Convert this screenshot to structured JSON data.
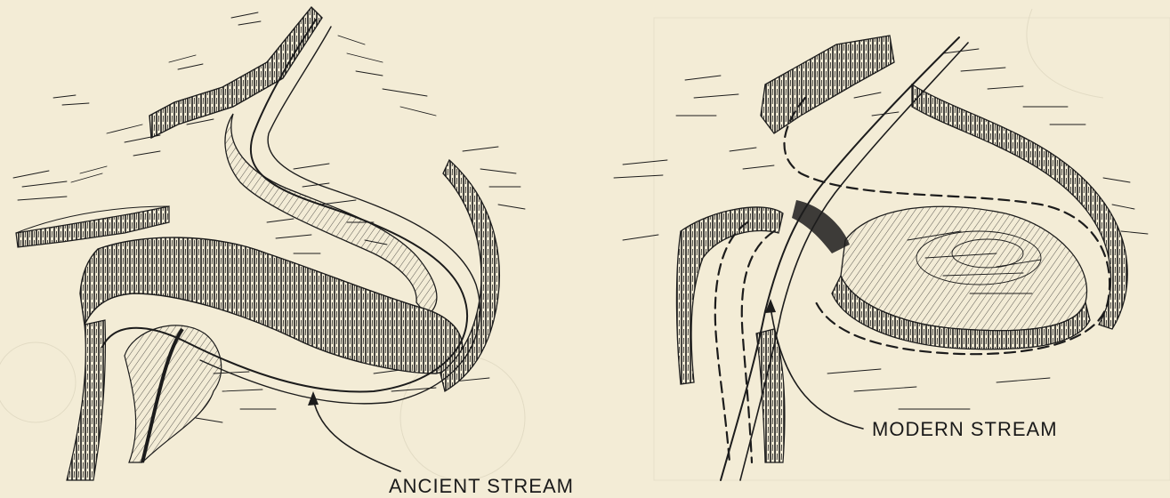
{
  "labels": {
    "ancient": "ANCIENT STREAM",
    "modern": "MODERN STREAM"
  },
  "colors": {
    "paper": "#f3ecd6",
    "ink": "#1c1c1c",
    "ghost_text": "#d9d1ba"
  },
  "panels": [
    {
      "name": "ancient-stream-sketch",
      "description": "entrenched meander canyon with ancient stream channel"
    },
    {
      "name": "modern-stream-sketch",
      "description": "meander cutoff with modern stream and former channel dashed"
    }
  ]
}
